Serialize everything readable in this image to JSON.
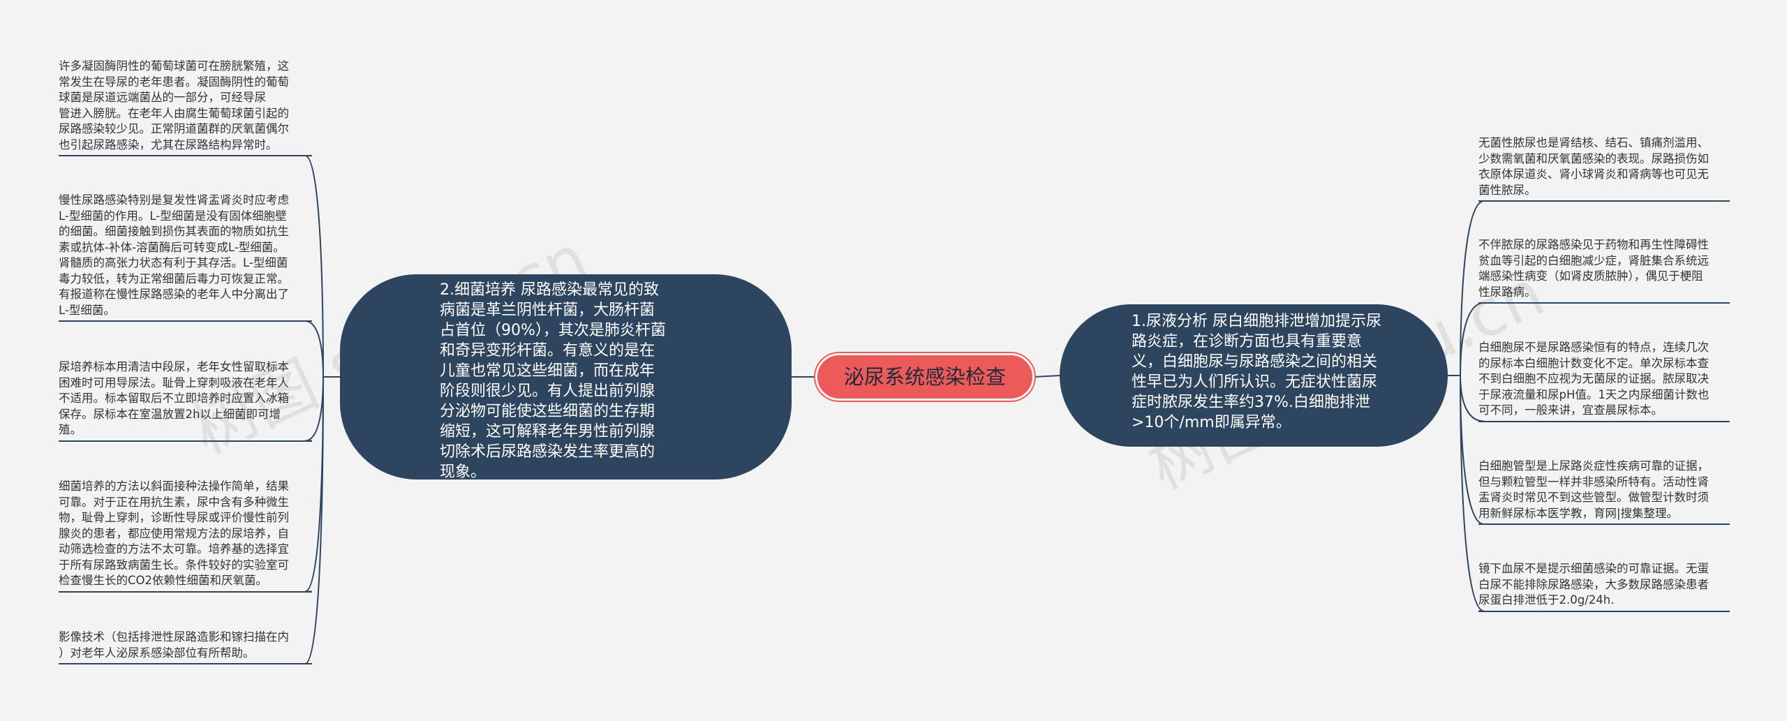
{
  "root": {
    "label": "泌尿系统感染检查"
  },
  "left_branch": {
    "text": "2.细菌培养 尿路感染最常见的致病菌是革兰阴性杆菌，大肠杆菌占首位（90%），其次是肺炎杆菌和奇异变形杆菌。有意义的是在儿童也常见这些细菌，而在成年阶段则很少见。有人提出前列腺分泌物可能使这些细菌的生存期缩短，这可解释老年男性前列腺切除术后尿路感染发生率更高的现象。",
    "leaves": [
      {
        "text": "许多凝固酶阴性的葡萄球菌可在膀胱繁殖，这\n常发生在导尿的老年患者。凝固酶阴性的葡萄\n球菌是尿道远端菌丛的一部分，可经导尿\n管进入膀胱。在老年人由腐生葡萄球菌引起的\n尿路感染较少见。正常阴道菌群的厌氧菌偶尔\n也引起尿路感染，尤其在尿路结构异常时。"
      },
      {
        "text": "慢性尿路感染特别是复发性肾盂肾炎时应考虑\nL-型细菌的作用。L-型细菌是没有固体细胞壁\n的细菌。细菌接触到损伤其表面的物质如抗生\n素或抗体-补体-溶菌酶后可转变成L-型细菌。\n肾髓质的高张力状态有利于其存活。L-型细菌\n毒力较低，转为正常细菌后毒力可恢复正常。\n有报道称在慢性尿路感染的老年人中分离出了\nL-型细菌。"
      },
      {
        "text": "尿培养标本用清洁中段尿，老年女性留取标本\n困难时可用导尿法。耻骨上穿刺吸液在老年人\n不适用。标本留取后不立即培养时应置入冰箱\n保存。尿标本在室温放置2h以上细菌即可增\n殖。"
      },
      {
        "text": "细菌培养的方法以斜面接种法操作简单，结果\n可靠。对于正在用抗生素，尿中含有多种微生\n物，耻骨上穿刺，诊断性导尿或评价慢性前列\n腺炎的患者，都应使用常规方法的尿培养，自\n动筛选检查的方法不太可靠。培养基的选择宜\n于所有尿路致病菌生长。条件较好的实验室可\n检查慢生长的CO2依赖性细菌和厌氧菌。"
      },
      {
        "text": "影像技术（包括排泄性尿路造影和镓扫描在内\n）对老年人泌尿系感染部位有所帮助。"
      }
    ]
  },
  "right_branch": {
    "text": "1.尿液分析 尿白细胞排泄增加提示尿路炎症，在诊断方面也具有重要意义，白细胞尿与尿路感染之间的相关性早已为人们所认识。无症状性菌尿症时脓尿发生率约37%.白细胞排泄>10个/mm即属异常。",
    "leaves": [
      {
        "text": "无菌性脓尿也是肾结核、结石、镇痛剂滥用、\n少数需氧菌和厌氧菌感染的表现。尿路损伤如\n衣原体尿道炎、肾小球肾炎和肾病等也可见无\n菌性脓尿。"
      },
      {
        "text": "不伴脓尿的尿路感染见于药物和再生性障碍性\n贫血等引起的白细胞减少症，肾脏集合系统远\n端感染性病变（如肾皮质脓肿），偶见于梗阻\n性尿路病。"
      },
      {
        "text": "白细胞尿不是尿路感染恒有的特点，连续几次\n的尿标本白细胞计数变化不定。单次尿标本查\n不到白细胞不应视为无菌尿的证据。脓尿取决\n于尿液流量和尿pH值。1天之内尿细菌计数也\n可不同，一般来讲，宜查晨尿标本。"
      },
      {
        "text": "白细胞管型是上尿路炎症性疾病可靠的证据，\n但与颗粒管型一样并非感染所特有。活动性肾\n盂肾炎时常见不到这些管型。做管型计数时须\n用新鲜尿标本医学教，育网|搜集整理。"
      },
      {
        "text": "镜下血尿不是提示细菌感染的可靠证据。无蛋\n白尿不能排除尿路感染，大多数尿路感染患者\n尿蛋白排泄低于2.0g/24h."
      }
    ]
  },
  "watermarks": [
    "树图 shutu.cn",
    "树图 shutu.cn"
  ],
  "colors": {
    "background": "#f3f3f3",
    "root": "#ec5a5a",
    "branch": "#2e4560",
    "line": "#2e4560"
  }
}
